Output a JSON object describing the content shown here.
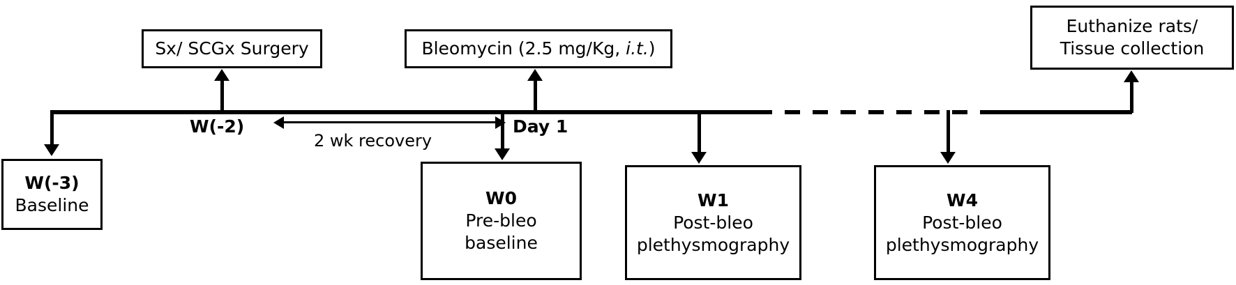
{
  "diagram": {
    "type": "experimental-timeline",
    "title": "Bleomycin rat study experimental timeline",
    "colors": {
      "line": "#000000",
      "box_border": "#000000",
      "background": "#ffffff",
      "text": "#000000"
    },
    "top_boxes": [
      {
        "id": "surgery",
        "lines": [
          "Sx/ SCGx Surgery"
        ],
        "anchor": "W(-2)"
      },
      {
        "id": "bleomycin",
        "lines": [
          "Bleomycin (2.5 mg/Kg, i.t.)"
        ],
        "text_plain": "Bleomycin (2.5 mg/Kg, ",
        "text_italic": "i.t.",
        "text_tail": ")",
        "anchor": "Day 1"
      },
      {
        "id": "euthanize",
        "lines": [
          "Euthanize rats/",
          "Tissue collection"
        ],
        "anchor": "end"
      }
    ],
    "bottom_boxes": [
      {
        "id": "w-3",
        "title": "W(-3)",
        "lines": [
          "Baseline"
        ]
      },
      {
        "id": "w0",
        "title": "W0",
        "lines": [
          "Pre-bleo",
          "baseline"
        ]
      },
      {
        "id": "w1",
        "title": "W1",
        "lines": [
          "Post-bleo",
          "plethysmography"
        ]
      },
      {
        "id": "w4",
        "title": "W4",
        "lines": [
          "Post-bleo",
          "plethysmography"
        ]
      }
    ],
    "timeline": {
      "tick_labels": [
        "W(-2)",
        "Day 1"
      ],
      "span_label": "2 wk recovery",
      "has_dashed_segment": true
    }
  }
}
